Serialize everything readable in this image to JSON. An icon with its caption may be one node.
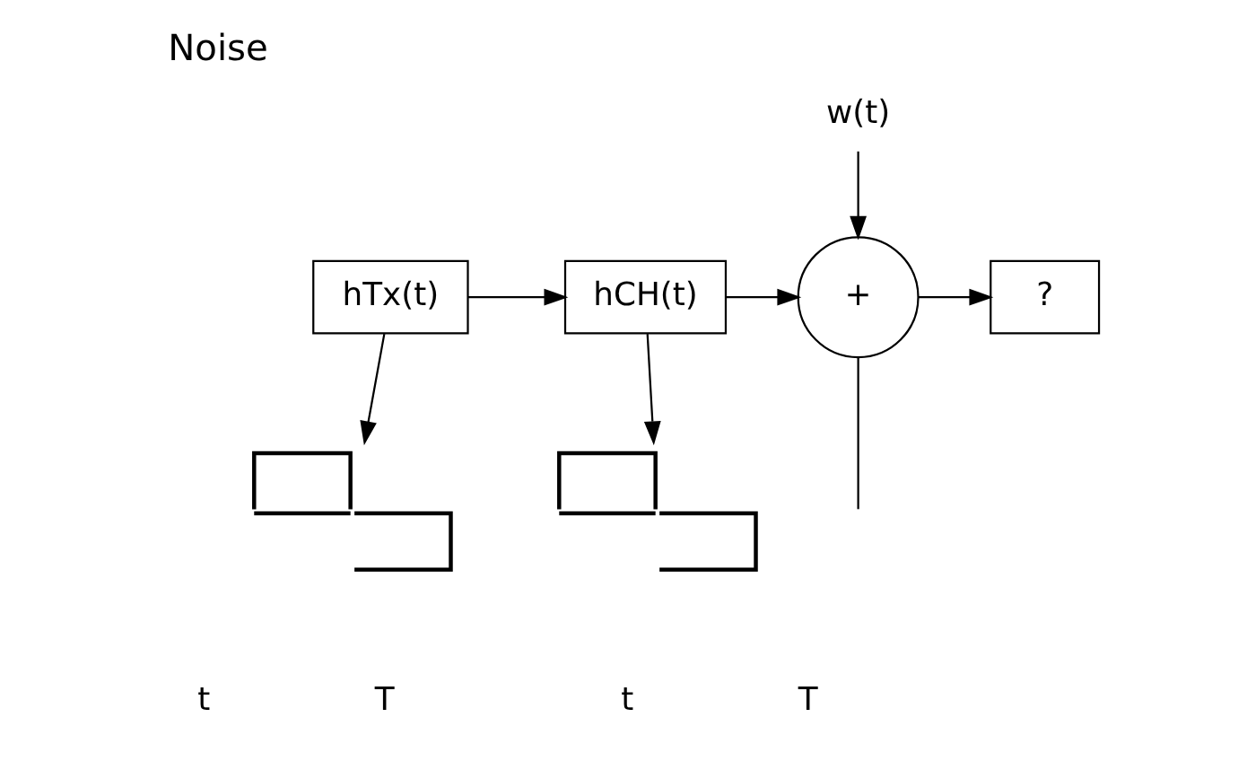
{
  "diagram": {
    "title": "Noise",
    "nodes": [
      {
        "text": [
          "hTx(t)"
        ]
      },
      {
        "text": [
          "hCH(t)"
        ]
      },
      {
        "text": [
          "+"
        ]
      },
      {
        "text": [
          "w(t)"
        ]
      },
      {
        "text": [
          "?"
        ]
      },
      {
        "text": [],
        "shape": "picture"
      },
      {
        "text": [],
        "shape": "picture"
      }
    ],
    "edges": [
      {
        "from": 0,
        "to": 1,
        "arrow": "to"
      },
      {
        "from": 1,
        "to": 2,
        "arrow": "to"
      },
      {
        "from": 3,
        "to": 2,
        "arrow": "to"
      },
      {
        "from": 2,
        "to": 4,
        "arrow": "to"
      },
      {
        "from": 0,
        "to": 5,
        "arrow": "to"
      },
      {
        "from": 1,
        "to": 6,
        "arrow": "to"
      },
      {
        "from": 2,
        "to": null,
        "arrow": "none"
      }
    ],
    "labels": [
      "t",
      "T",
      "t",
      "T"
    ]
  }
}
